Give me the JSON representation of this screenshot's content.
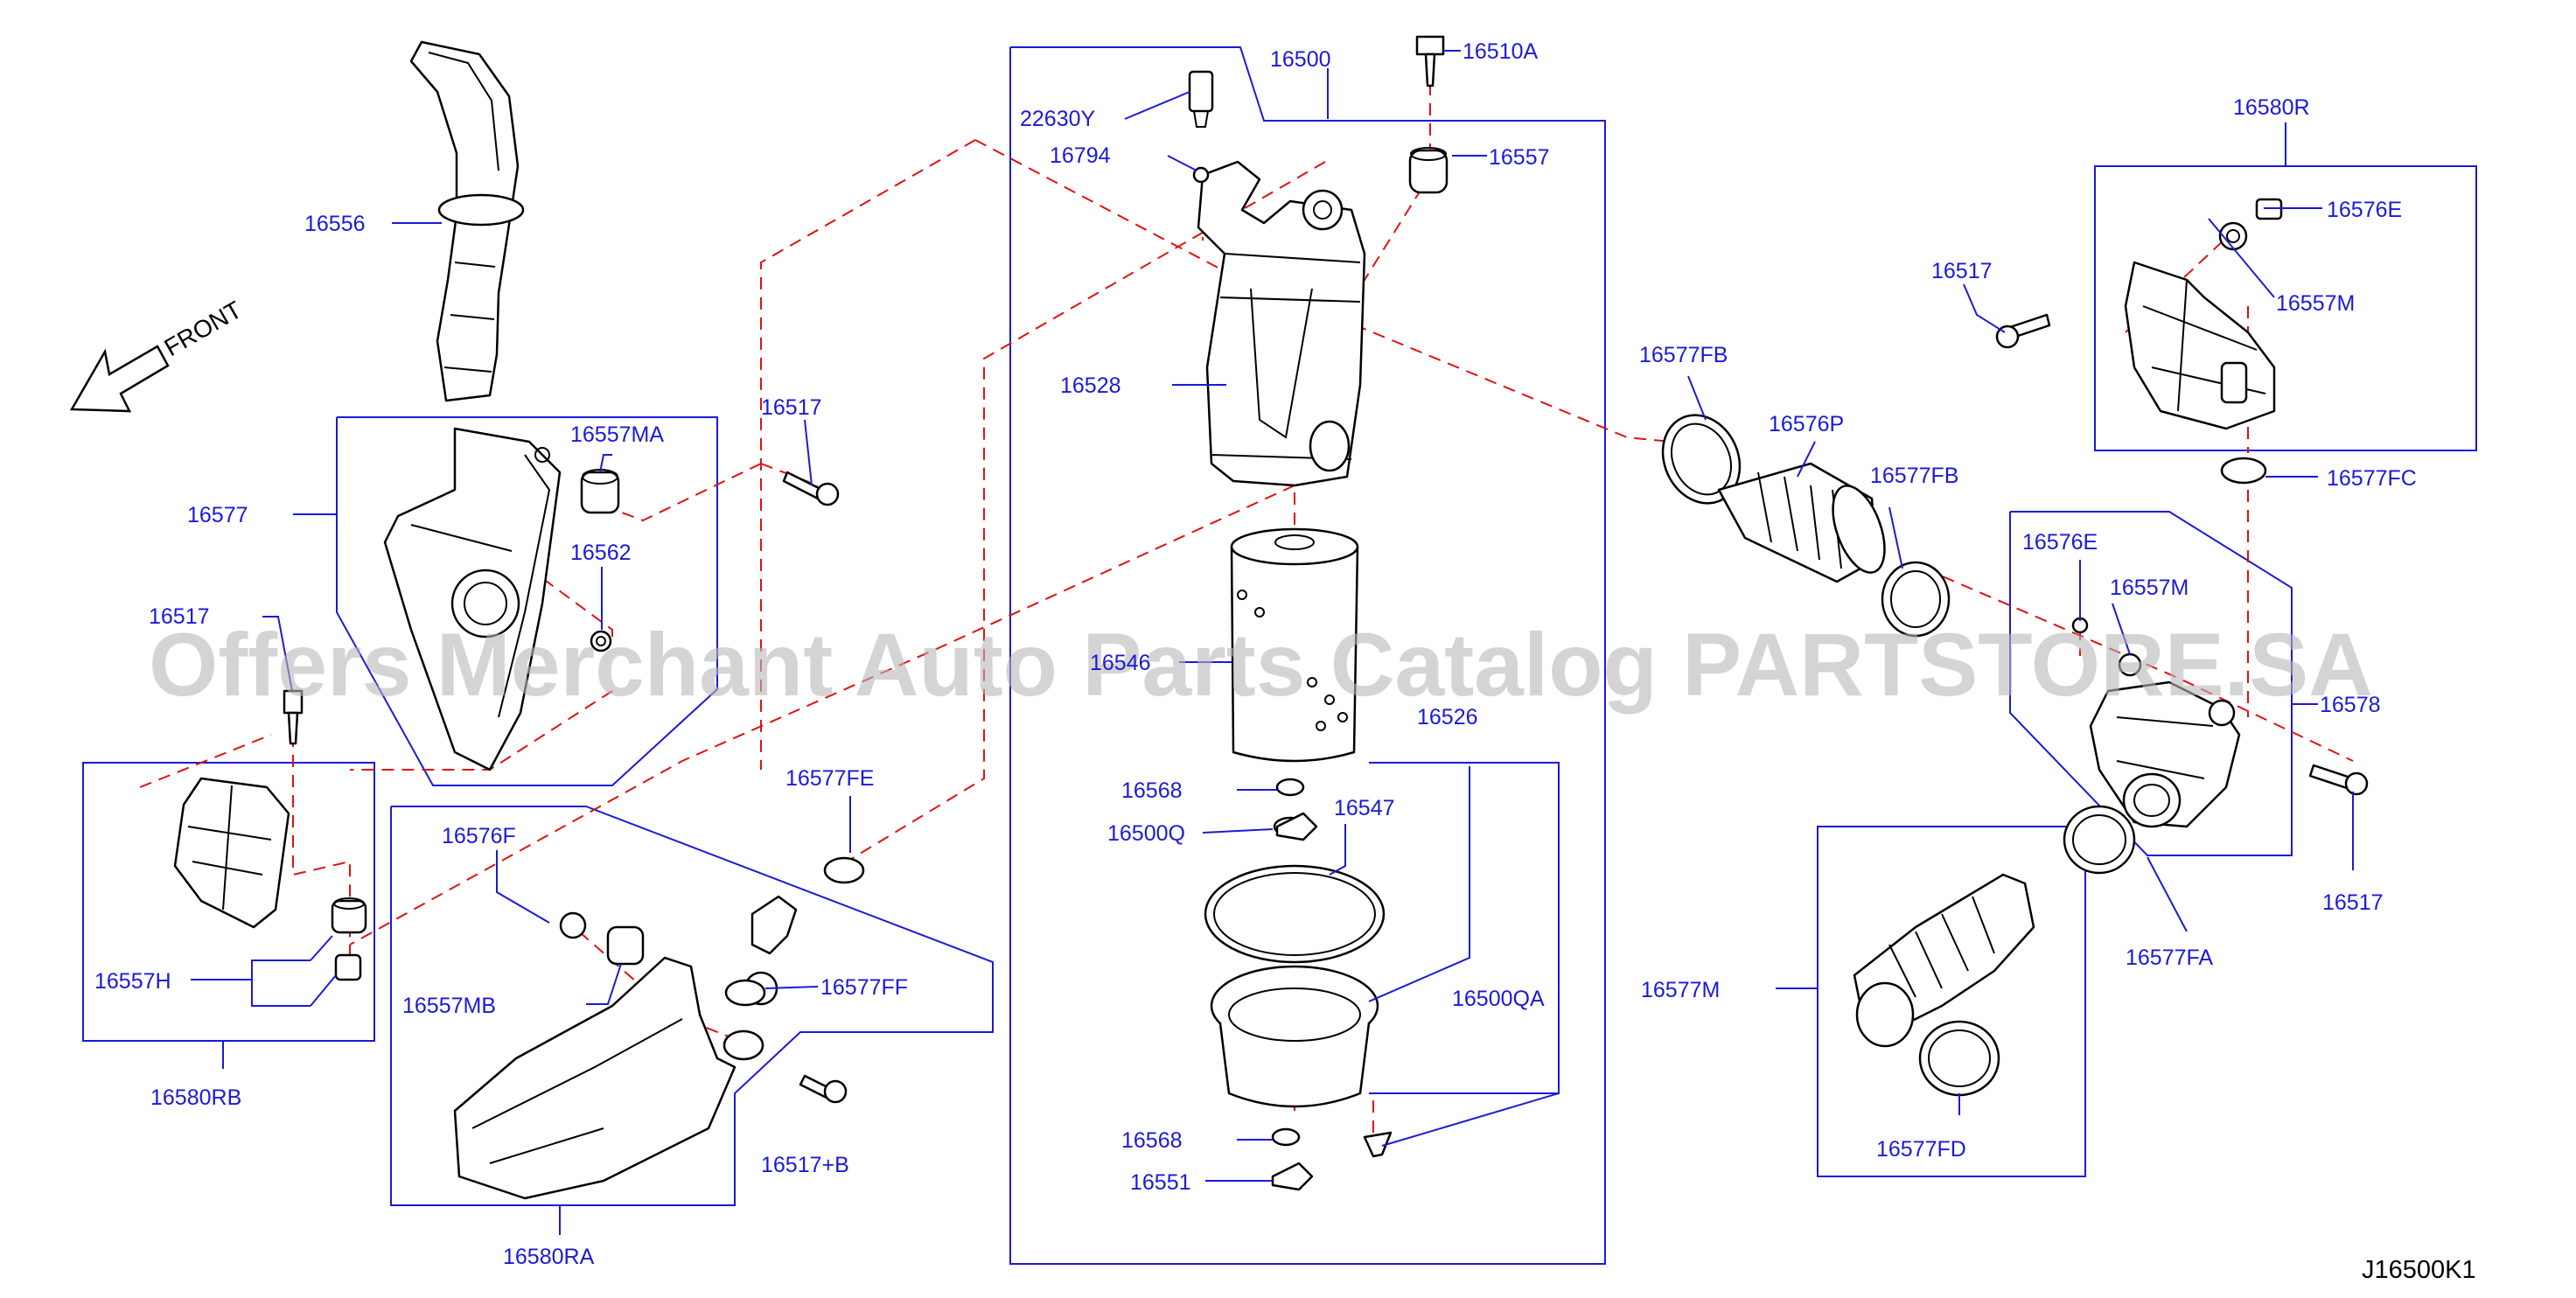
{
  "diagram_code": "J16500K1",
  "front_label": "FRONT",
  "watermark": "Offers Merchant Auto Parts Catalog PARTSTORE.SA",
  "labels": {
    "p16500": "16500",
    "p16510A": "16510A",
    "p22630Y": "22630Y",
    "p16794": "16794",
    "p16557": "16557",
    "p16556": "16556",
    "p16528": "16528",
    "p16557MA": "16557MA",
    "p16517_a": "16517",
    "p16577": "16577",
    "p16562": "16562",
    "p16517_b": "16517",
    "p16546": "16546",
    "p16526": "16526",
    "p16577FE": "16577FE",
    "p16568_a": "16568",
    "p16500Q": "16500Q",
    "p16547": "16547",
    "p16576F": "16576F",
    "p16557H": "16557H",
    "p16557MB": "16557MB",
    "p16577FF": "16577FF",
    "p16500QA": "16500QA",
    "p16580RB": "16580RB",
    "p16517B": "16517+B",
    "p16568_b": "16568",
    "p16551": "16551",
    "p16580RA": "16580RA",
    "p16580R": "16580R",
    "p16576E_a": "16576E",
    "p16517_c": "16517",
    "p16557M_a": "16557M",
    "p16577FB_a": "16577FB",
    "p16576P": "16576P",
    "p16577FB_b": "16577FB",
    "p16577FC": "16577FC",
    "p16576E_b": "16576E",
    "p16557M_b": "16557M",
    "p16578": "16578",
    "p16517_d": "16517",
    "p16577FA": "16577FA",
    "p16577M": "16577M",
    "p16577FD": "16577FD"
  }
}
